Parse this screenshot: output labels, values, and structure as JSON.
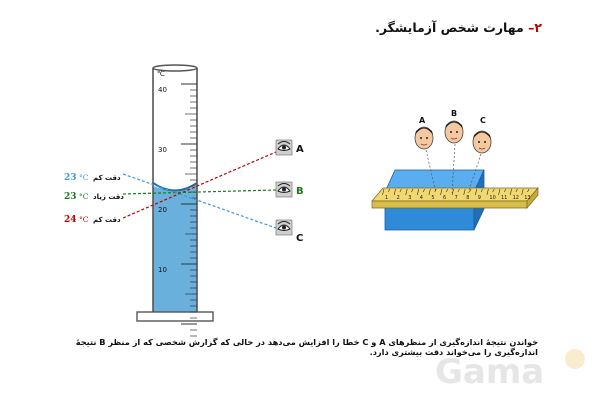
{
  "title": {
    "number": "۲–",
    "text": "مهارت شخص آزمایشگر."
  },
  "cylinder": {
    "unit_label": "℃",
    "scale_labels": [
      "40",
      "30",
      "20",
      "10"
    ]
  },
  "observers": [
    {
      "letter": "A",
      "color": "#c00000"
    },
    {
      "letter": "B",
      "color": "#1a7a1a"
    },
    {
      "letter": "C",
      "color": "#3a9bd5"
    }
  ],
  "readings": [
    {
      "value": "23",
      "unit": "°C",
      "note": "دقت کم",
      "color": "#3a9bd5"
    },
    {
      "value": "23",
      "unit": "°C",
      "note": "دقت زیاد",
      "color": "#1a7a1a"
    },
    {
      "value": "24",
      "unit": "°C",
      "note": "دقت کم",
      "color": "#c00000"
    }
  ],
  "ruler": {
    "labels": [
      "1",
      "2",
      "3",
      "4",
      "5",
      "6",
      "7",
      "8",
      "9",
      "10",
      "11",
      "12",
      "13"
    ],
    "head_letters": [
      "A",
      "B",
      "C"
    ]
  },
  "caption": "خواندن نتیجهٔ اندازه‌گیری از منظرهای A و C خطا را افزایش می‌دهد در حالی که گزارش شخصی که از منظر B نتیجهٔ اندازه‌گیری را می‌خواند دقت بیشتری دارد.",
  "watermark": {
    "text": "Gama"
  },
  "colors": {
    "water": "#4fa3d6",
    "accent_red": "#c00000",
    "accent_green": "#1a7a1a",
    "accent_blue": "#3a9bd5",
    "block": "#2e8bd8",
    "ruler": "#f1d870"
  }
}
